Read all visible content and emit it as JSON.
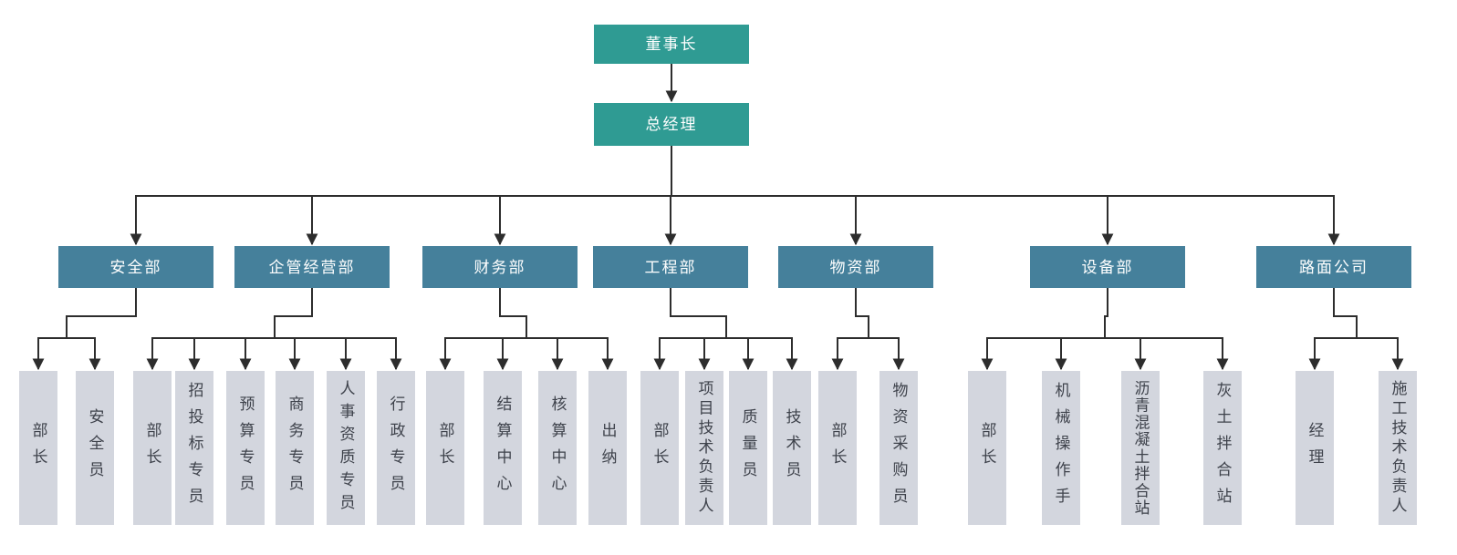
{
  "palette": {
    "background": "#FFFFFF",
    "root_fill": "#2F9B93",
    "dept_fill": "#45809B",
    "leaf_fill": "#D3D6DE",
    "node_text": "#FFFFFF",
    "leaf_text": "#3E424B",
    "line": "#2D2D2D"
  },
  "tree": {
    "root": {
      "label": "董事长"
    },
    "general_manager": {
      "label": "总经理"
    },
    "departments": [
      {
        "id": "safety-dept",
        "label": "安全部",
        "children": [
          "部长",
          "安全员"
        ]
      },
      {
        "id": "enterprise-mgmt-dept",
        "label": "企管经营部",
        "children": [
          "部长",
          "招投标专员",
          "预算专员",
          "商务专员",
          "人事资质专员",
          "行政专员"
        ]
      },
      {
        "id": "finance-dept",
        "label": "财务部",
        "children": [
          "部长",
          "结算中心",
          "核算中心",
          "出纳"
        ]
      },
      {
        "id": "engineering-dept",
        "label": "工程部",
        "children": [
          "部长",
          "项目技术负责人",
          "质量员",
          "技术员"
        ]
      },
      {
        "id": "materials-dept",
        "label": "物资部",
        "children": [
          "部长",
          "物资采购员"
        ]
      },
      {
        "id": "equipment-dept",
        "label": "设备部",
        "children": [
          "部长",
          "机械操作手",
          "沥青混凝土拌合站",
          "灰土拌合站"
        ]
      },
      {
        "id": "pavement-company",
        "label": "路面公司",
        "children": [
          "经理",
          "施工技术负责人"
        ]
      }
    ]
  }
}
